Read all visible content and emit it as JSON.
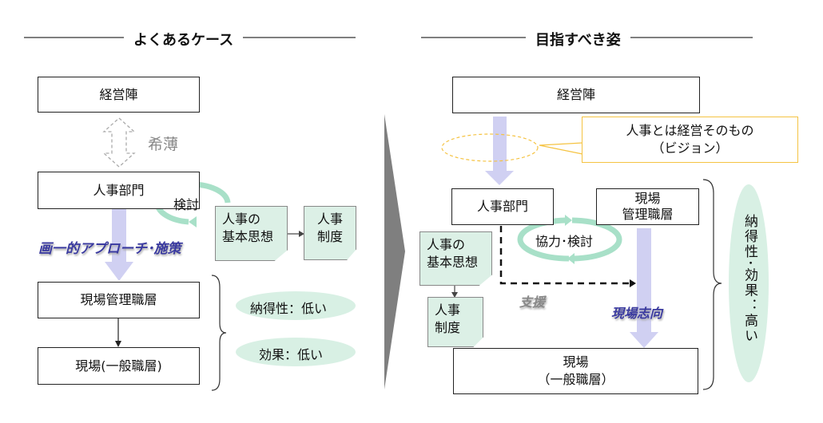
{
  "left": {
    "title": "よくあるケース",
    "management": "経営陣",
    "weak_label": "希薄",
    "hr_dept": "人事部門",
    "review_label": "検討",
    "hr_philosophy": "人事の\n基本思想",
    "hr_system": "人事\n制度",
    "approach_label": "画一的アプローチ･施策",
    "field_managers": "現場管理職層",
    "field_staff": "現場(一般職層)",
    "result_1": "納得性：低い",
    "result_2": "効果：低い"
  },
  "right": {
    "title": "目指すべき姿",
    "management": "経営陣",
    "vision_line1": "人事とは経営そのもの",
    "vision_line2": "（ビジョン）",
    "hr_dept": "人事部門",
    "field_managers": "現場\n管理職層",
    "cooperation_label": "協力･検討",
    "hr_philosophy": "人事の\n基本思想",
    "hr_system": "人事\n制度",
    "support_label": "支援",
    "field_oriented_label": "現場志向",
    "field_staff": "現場\n（一般職層）",
    "result": "納得性･効果：高い"
  },
  "colors": {
    "arrow_purple": "#d0d0f2",
    "cycle_green": "#a8e0c8",
    "note_green": "#dcf0e6",
    "callout_yellow": "#f5c342",
    "ellipse_green": "#d8f0e4"
  }
}
